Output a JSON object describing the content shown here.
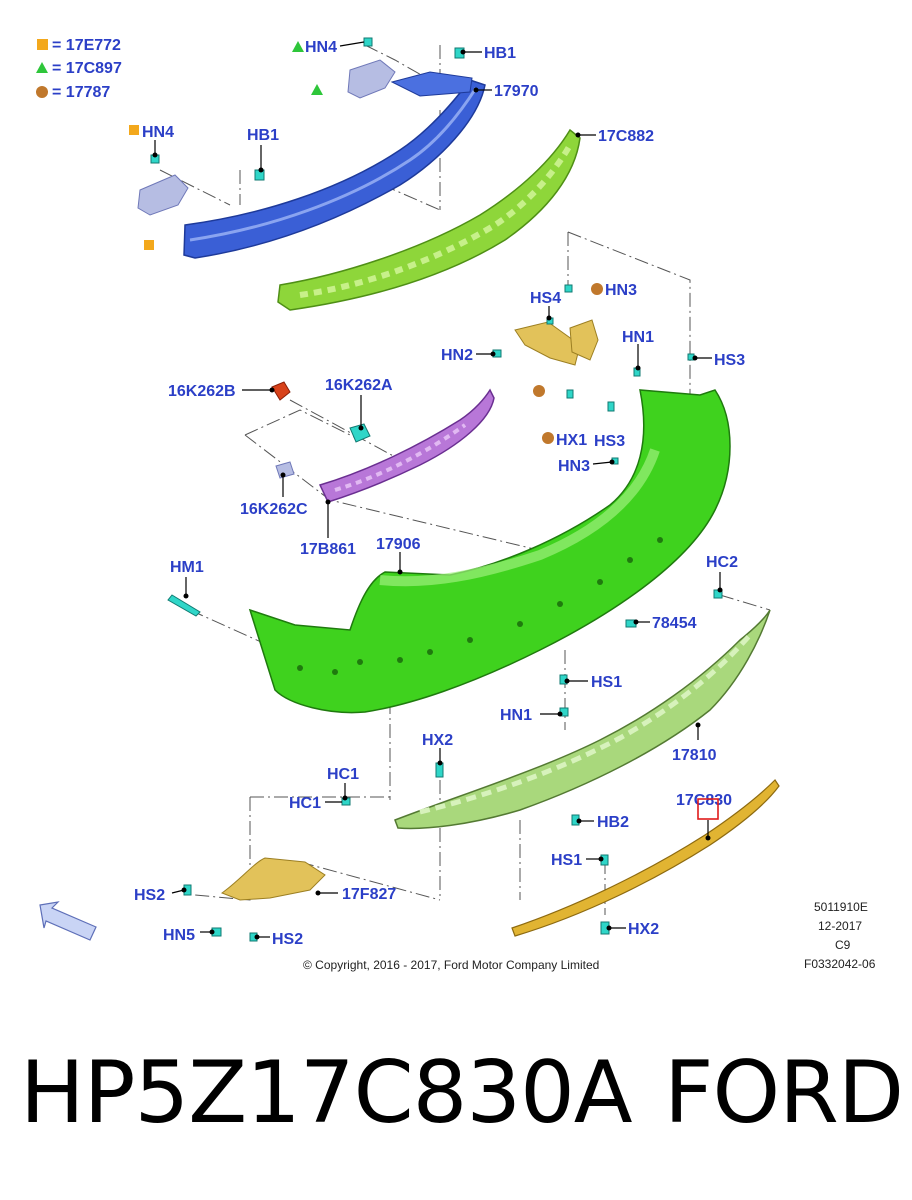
{
  "legend": [
    {
      "symbol": "square",
      "color": "#f3a81c",
      "text": "= 17E772"
    },
    {
      "symbol": "triangle",
      "color": "#2ec63a",
      "text": "= 17C897"
    },
    {
      "symbol": "circle",
      "color": "#c0782c",
      "text": "= 17787"
    }
  ],
  "colors": {
    "label": "#2b3fc7",
    "reinforcement": "#3a5fd6",
    "absorber": "#8ed63a",
    "cover": "#3fd21e",
    "lower_cover": "#a9d87c",
    "bracket_gold": "#e2c25a",
    "bracket_purple": "#b877d8",
    "hardware_teal": "#2fd6c8",
    "highlight_box": "#e01b1b"
  },
  "labels": {
    "hn4_top": "HN4",
    "hb1_top": "HB1",
    "p17970": "17970",
    "p17c882": "17C882",
    "hn4_left": "HN4",
    "hb1_left": "HB1",
    "hs4": "HS4",
    "hn3_top": "HN3",
    "hn2": "HN2",
    "hn1_mid": "HN1",
    "hs3_right": "HS3",
    "p16k262b": "16K262B",
    "p16k262a": "16K262A",
    "hx1": "HX1",
    "hs3_mid": "HS3",
    "hn3_mid": "HN3",
    "p16k262c": "16K262C",
    "p17b861": "17B861",
    "p17906": "17906",
    "hm1": "HM1",
    "hc2": "HC2",
    "p78454": "78454",
    "hs1_mid": "HS1",
    "hn1_low": "HN1",
    "p17810": "17810",
    "hx2_mid": "HX2",
    "hc1_top": "HC1",
    "hc1_left": "HC1",
    "p17c830": "17C830",
    "hb2": "HB2",
    "hs1_low": "HS1",
    "hs2_left": "HS2",
    "p17f827": "17F827",
    "hn5": "HN5",
    "hs2_low": "HS2",
    "hx2_low": "HX2"
  },
  "copyright": "© Copyright, 2016 - 2017, Ford Motor Company Limited",
  "meta": {
    "code": "5011910E",
    "date": "12-2017",
    "rev": "C9",
    "ref": "F0332042-06"
  },
  "part_number": "HP5Z17C830A",
  "brand": "FORD"
}
